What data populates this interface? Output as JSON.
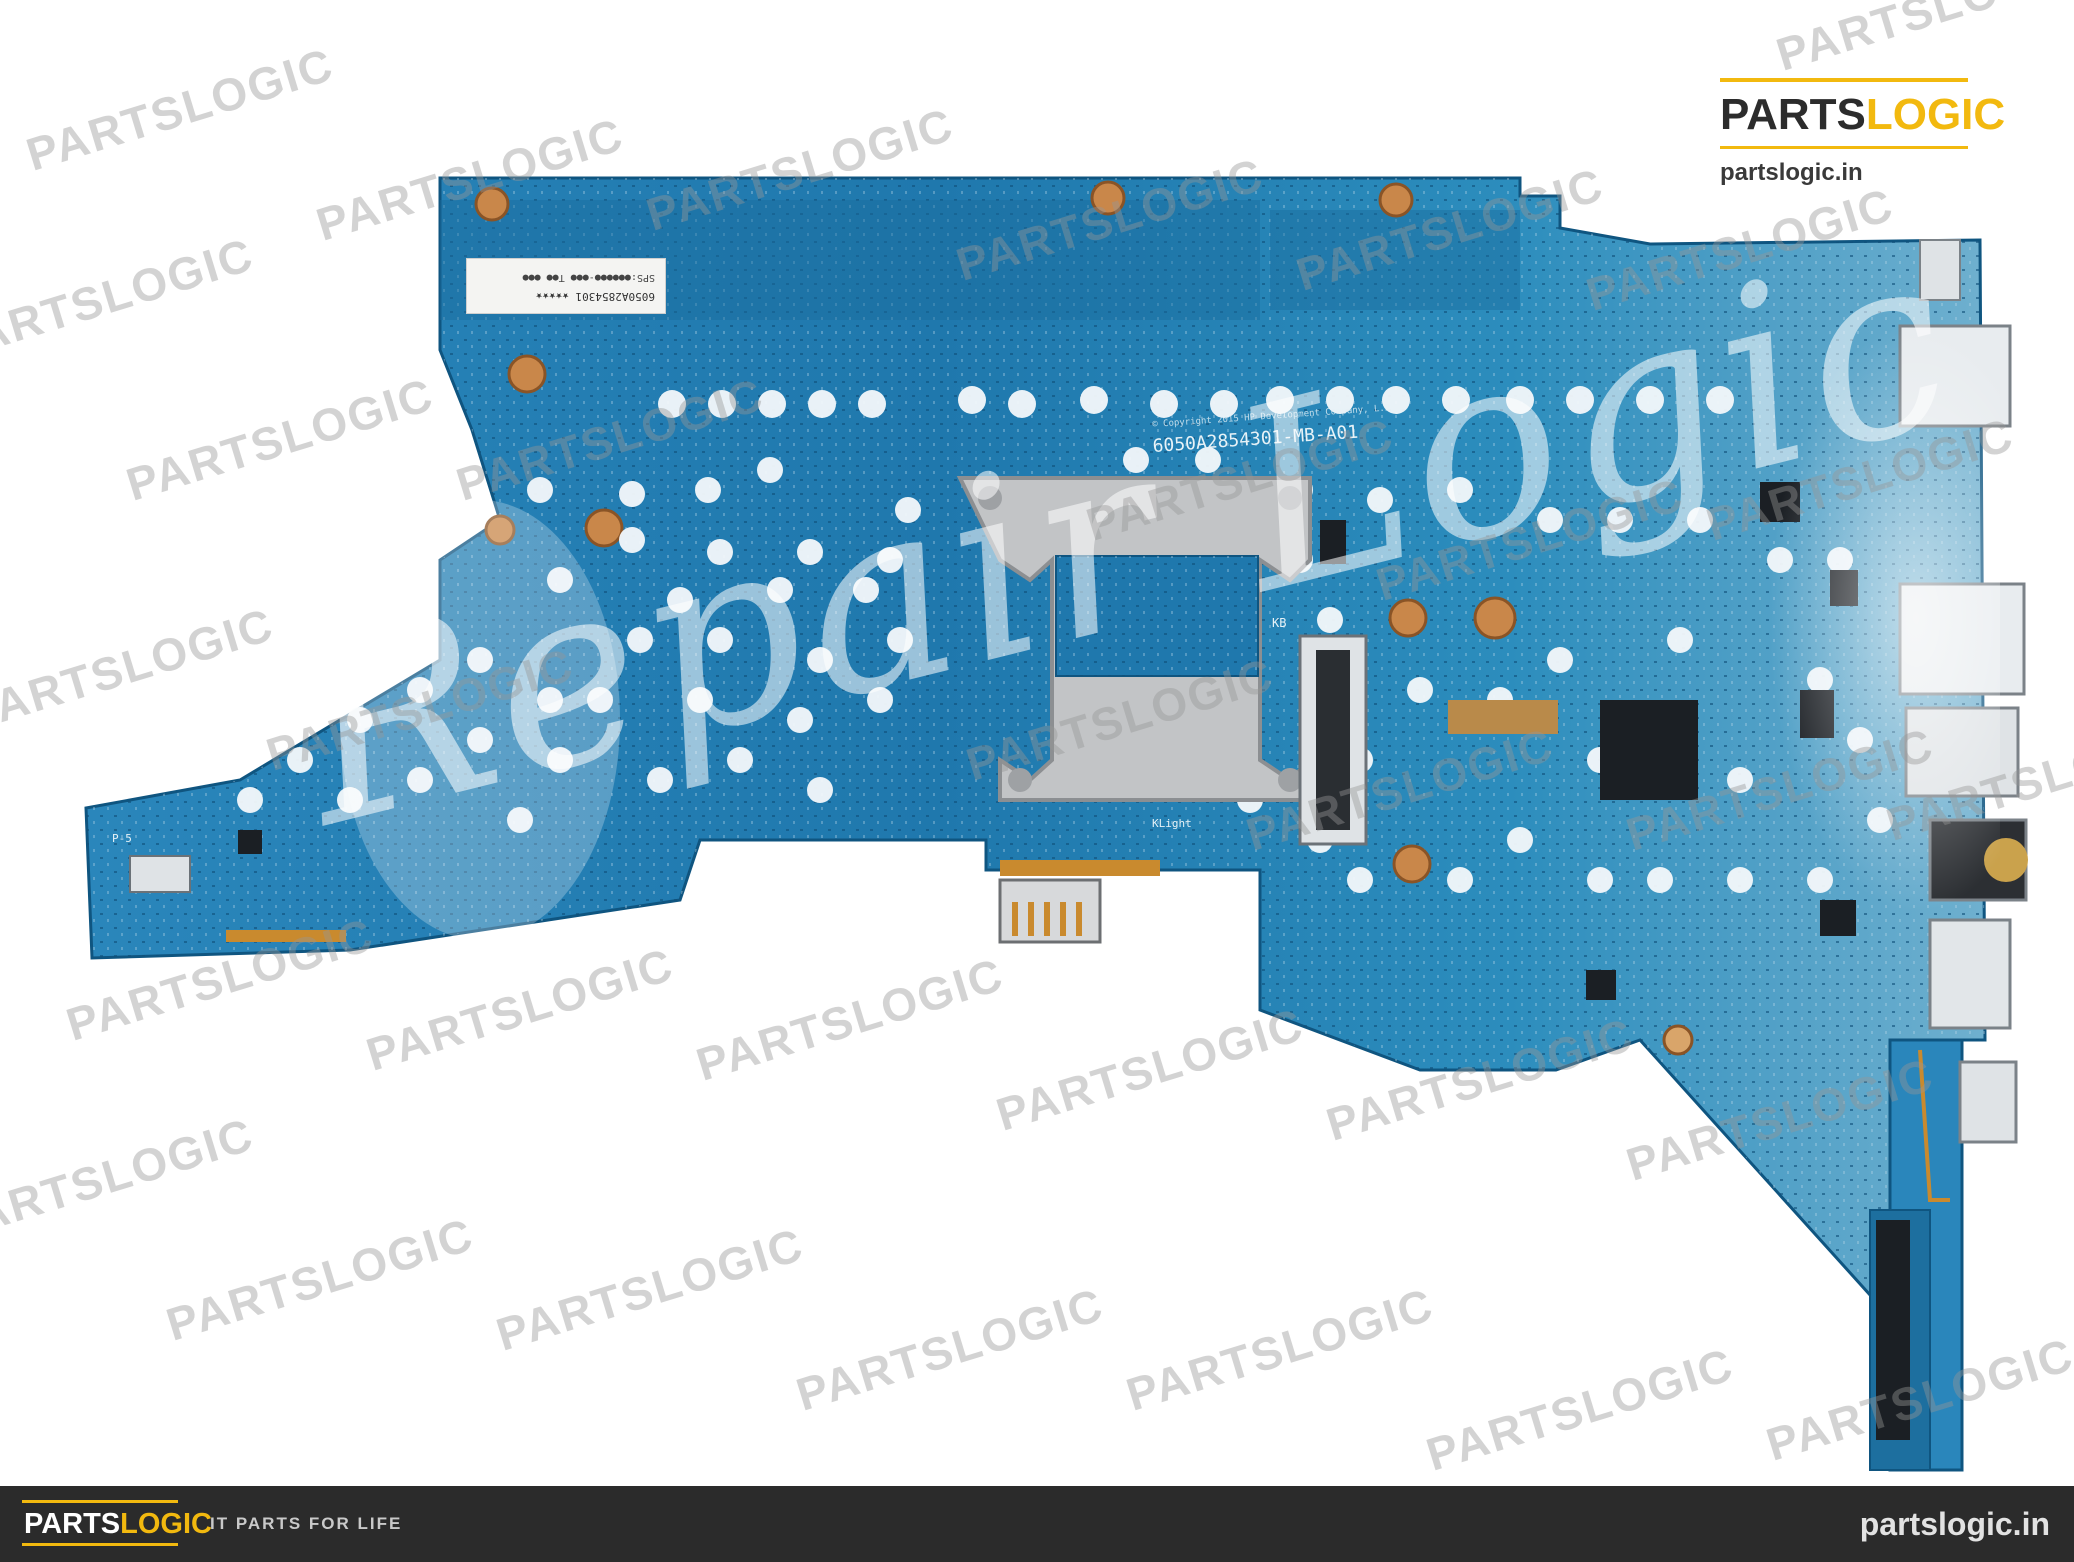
{
  "brand": {
    "name_part1": "PARTS",
    "name_part2": "LOGIC",
    "website": "partslogic.in",
    "tagline": "IT PARTS FOR LIFE",
    "colors": {
      "accent": "#f2b90f",
      "dark": "#2c2c2c",
      "footer_bg": "#2b2b2b"
    }
  },
  "watermark": {
    "text": "PARTSLOGIC",
    "script_text": "Repair Logic"
  },
  "board": {
    "part_number": "6050A2854301-MB-A01",
    "copyright": "© Copyright 2015 HP Development Company, L.P.",
    "labels": {
      "keyboard": "KB",
      "keyboard_light": "KLight",
      "connector": "P-5"
    },
    "sticker": {
      "line1": "6050A2854301  ★★★★★",
      "line2": "SPS:●●●●●●-●●●  T●● ●●●"
    },
    "colors": {
      "pcb": "#1f7fb3",
      "pcb_dark": "#175f8c",
      "mount_pad": "#c9874a",
      "bracket": "#c2c4c6"
    }
  }
}
